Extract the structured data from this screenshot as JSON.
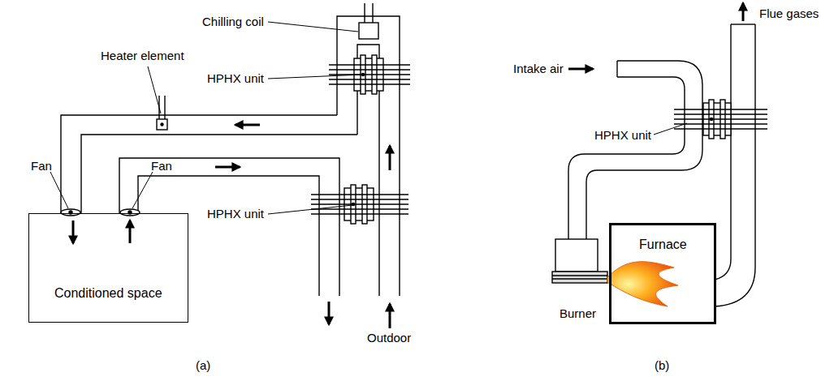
{
  "diagram": {
    "nodes": [
      {
        "text": [
          "Conditioned space"
        ]
      },
      {
        "text": [
          "Furnace"
        ]
      }
    ],
    "labels": [
      "Chilling coil",
      "HPHX unit",
      "Heater element",
      "Fan",
      "Fan",
      "HPHX unit",
      "Outdoor",
      "(a)",
      "Intake air",
      "HPHX unit",
      "Flue gases",
      "Burner",
      "(b)"
    ]
  }
}
